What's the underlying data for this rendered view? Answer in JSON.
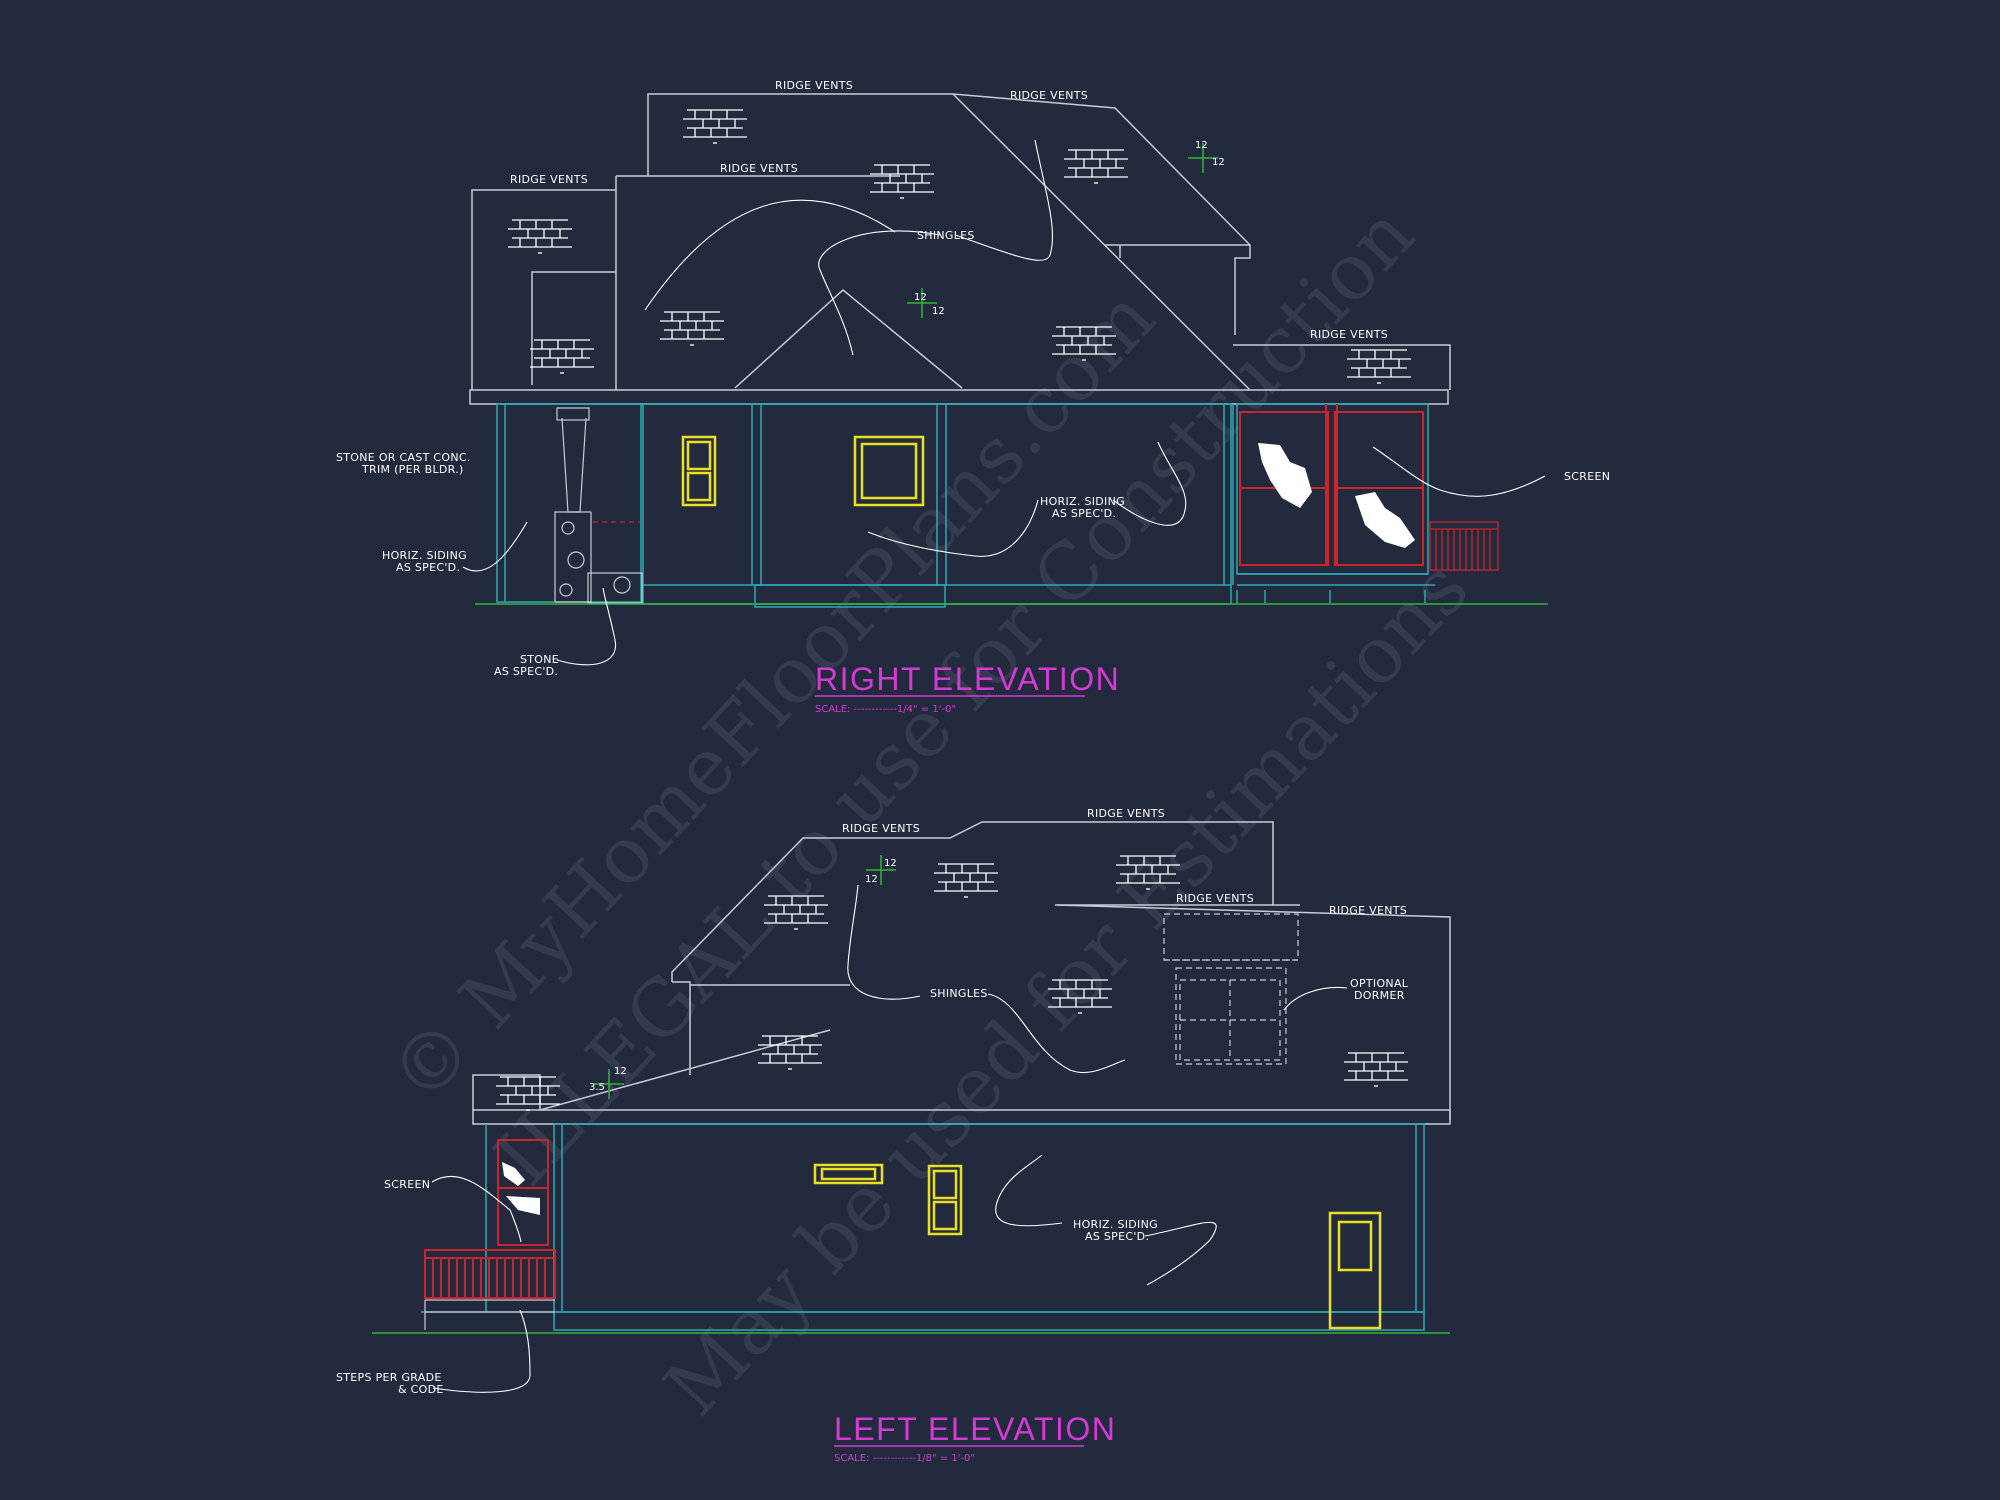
{
  "colors": {
    "background": "#232a3e",
    "outline": "#c9ccd6",
    "wall": "#2aa9b4",
    "window": "#e8e020",
    "screen_porch": "#c8252d",
    "grade": "#33b53a",
    "title": "#d63ad6"
  },
  "right_elevation": {
    "title": "RIGHT ELEVATION",
    "scale": "SCALE: ------------1/4\" = 1'-0\"",
    "notes": {
      "ridge_vents_1": "RIDGE VENTS",
      "ridge_vents_2": "RIDGE VENTS",
      "ridge_vents_3": "RIDGE VENTS",
      "ridge_vents_4": "RIDGE VENTS",
      "ridge_vents_5": "RIDGE VENTS",
      "shingles": "SHINGLES",
      "trim_line1": "STONE OR CAST CONC.",
      "trim_line2": "TRIM (PER BLDR.)",
      "siding_left_line1": "HORIZ. SIDING",
      "siding_left_line2": "AS SPEC'D.",
      "siding_mid_line1": "HORIZ. SIDING",
      "siding_mid_line2": "AS SPEC'D.",
      "stone_line1": "STONE",
      "stone_line2": "AS SPEC'D.",
      "screen": "SCREEN"
    },
    "pitch_marks": [
      {
        "rise": "12",
        "run": "12"
      },
      {
        "rise": "12",
        "run": "12"
      }
    ]
  },
  "left_elevation": {
    "title": "LEFT ELEVATION",
    "scale": "SCALE: ------------1/8\" = 1'-0\"",
    "notes": {
      "ridge_vents_1": "RIDGE VENTS",
      "ridge_vents_2": "RIDGE VENTS",
      "ridge_vents_3": "RIDGE VENTS",
      "ridge_vents_4": "RIDGE VENTS",
      "shingles": "SHINGLES",
      "dormer_line1": "OPTIONAL",
      "dormer_line2": "DORMER",
      "screen": "SCREEN",
      "siding_line1": "HORIZ. SIDING",
      "siding_line2": "AS SPEC'D.",
      "steps_line1": "STEPS PER GRADE",
      "steps_line2": "& CODE"
    },
    "pitch_marks": [
      {
        "rise": "12",
        "run": "12"
      },
      {
        "rise": "12",
        "run": "3.5"
      }
    ]
  },
  "watermark": {
    "line1": "© MyHomeFloorPlans.com",
    "line2": "ILLEGAL to use for Construction",
    "line3": "May be used for Estimations"
  }
}
